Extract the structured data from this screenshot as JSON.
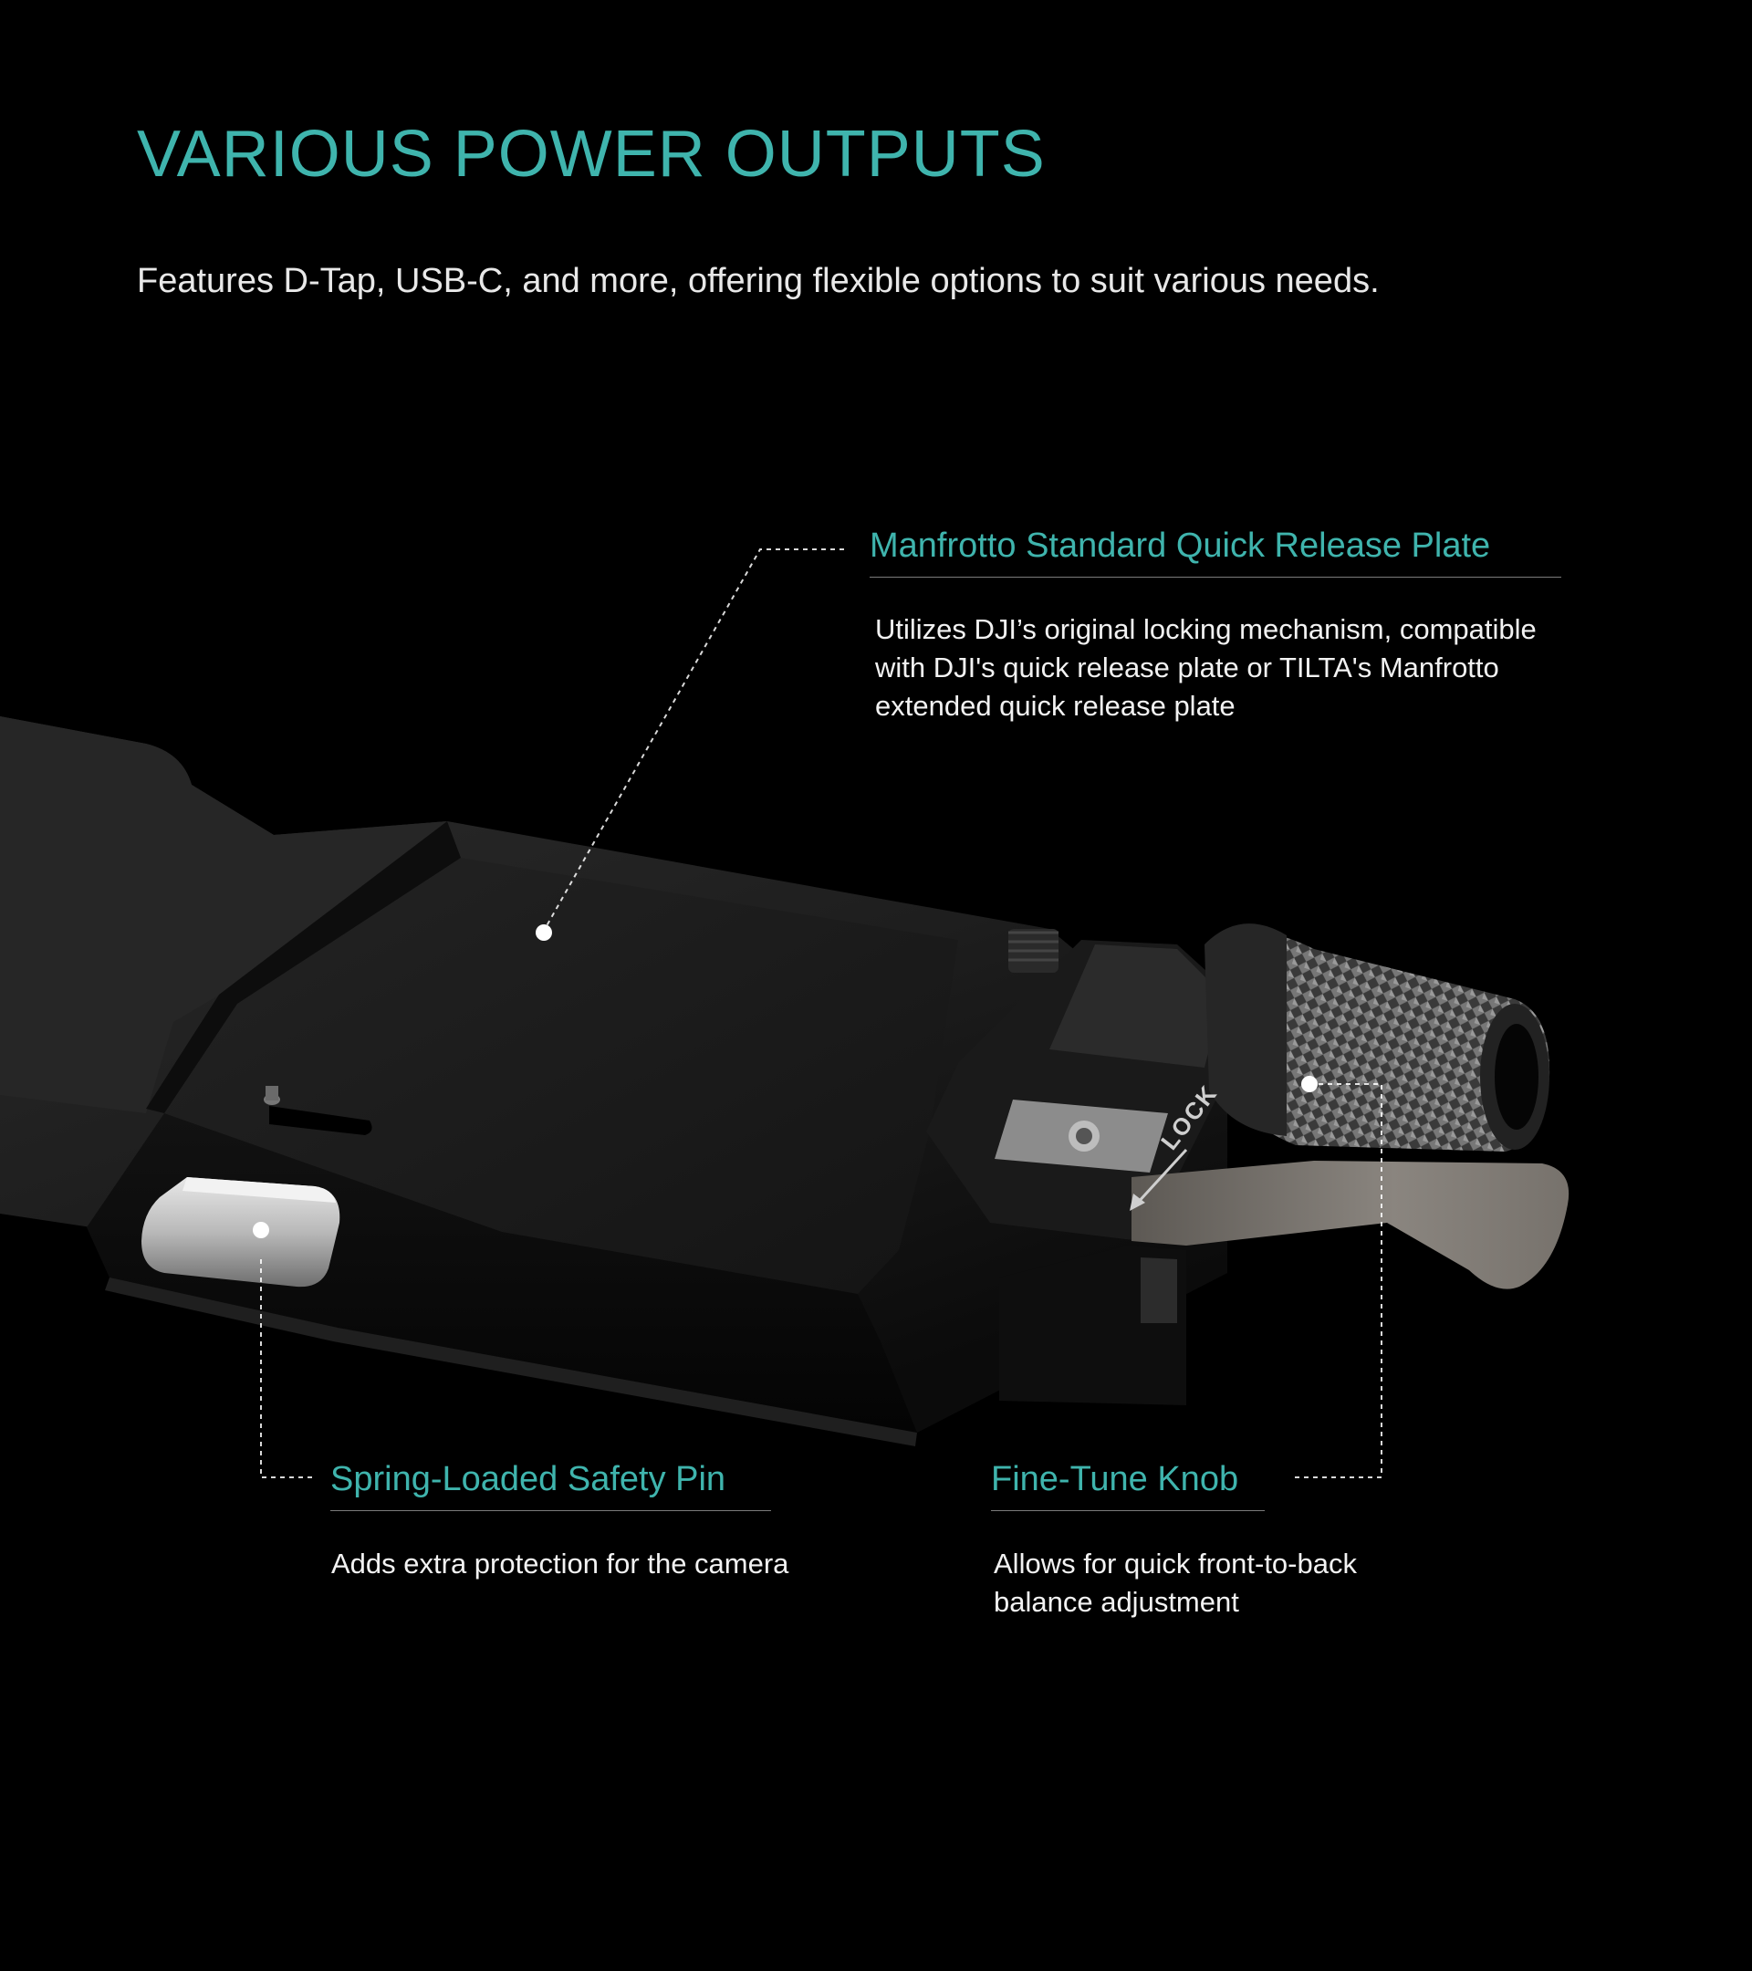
{
  "header": {
    "title": "VARIOUS POWER OUTPUTS",
    "subtitle": "Features D-Tap, USB-C, and more, offering flexible options to suit various needs."
  },
  "callouts": {
    "quick_release": {
      "title": "Manfrotto Standard Quick Release Plate",
      "description": [
        "Utilizes DJI’s original locking mechanism, compatible",
        "with DJI's quick release plate or TILTA's Manfrotto",
        "extended quick release plate"
      ]
    },
    "safety_pin": {
      "title": "Spring-Loaded Safety Pin",
      "description": [
        "Adds extra protection for the camera"
      ]
    },
    "fine_tune_knob": {
      "title": "Fine-Tune Knob",
      "description": [
        "Allows for quick front-to-back",
        "balance adjustment"
      ]
    }
  },
  "product": {
    "lock_label": "LOCK"
  },
  "colors": {
    "accent": "#3fb4ad",
    "background": "#000000"
  }
}
